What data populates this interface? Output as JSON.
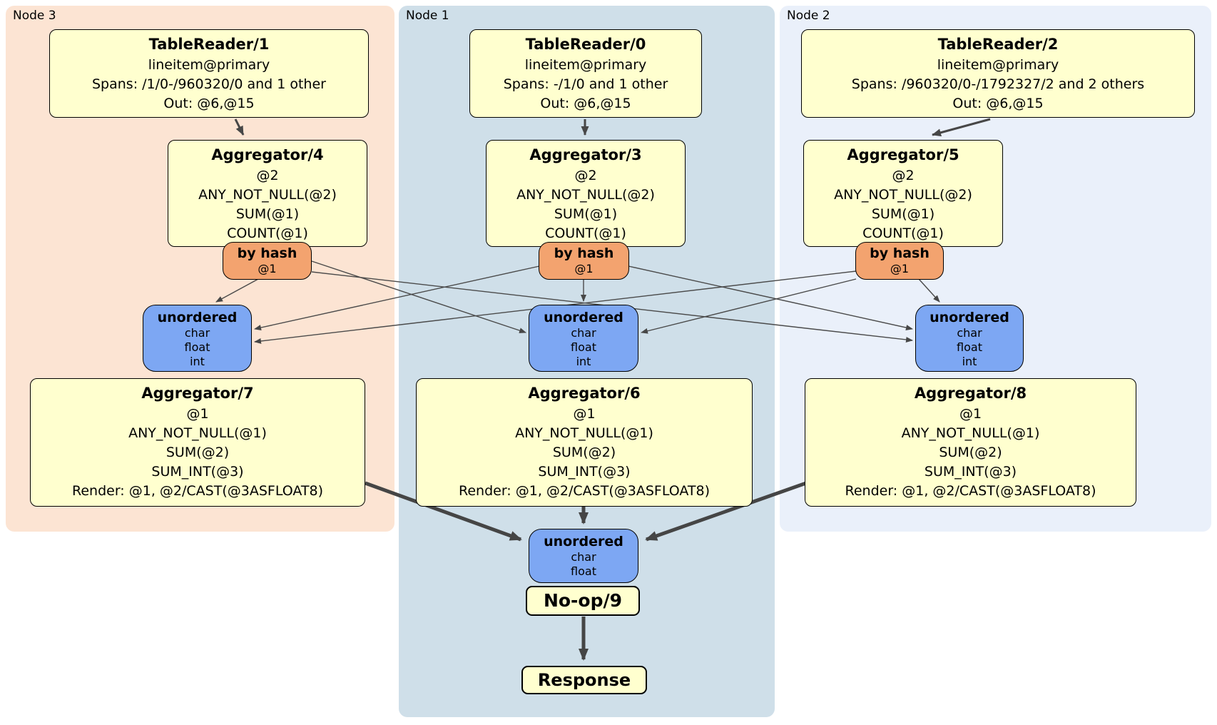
{
  "colors": {
    "node3_bg": "#fce4d3",
    "node1_bg": "#cfdfe9",
    "node2_bg": "#eaf0fa",
    "processor_fill": "#ffffcf",
    "router_fill": "#f3a36f",
    "sync_fill": "#7da7f3",
    "edge_color": "#444444"
  },
  "regions": {
    "node3": {
      "label": "Node 3"
    },
    "node1": {
      "label": "Node 1"
    },
    "node2": {
      "label": "Node 2"
    }
  },
  "processors": {
    "tr1": {
      "title": "TableReader/1",
      "lines": [
        "lineitem@primary",
        "Spans: /1/0-/960320/0 and 1 other",
        "Out: @6,@15"
      ]
    },
    "tr0": {
      "title": "TableReader/0",
      "lines": [
        "lineitem@primary",
        "Spans: -/1/0 and 1 other",
        "Out: @6,@15"
      ]
    },
    "tr2": {
      "title": "TableReader/2",
      "lines": [
        "lineitem@primary",
        "Spans: /960320/0-/1792327/2 and 2 others",
        "Out: @6,@15"
      ]
    },
    "agg4": {
      "title": "Aggregator/4",
      "lines": [
        "@2",
        "ANY_NOT_NULL(@2)",
        "SUM(@1)",
        "COUNT(@1)"
      ]
    },
    "agg3": {
      "title": "Aggregator/3",
      "lines": [
        "@2",
        "ANY_NOT_NULL(@2)",
        "SUM(@1)",
        "COUNT(@1)"
      ]
    },
    "agg5": {
      "title": "Aggregator/5",
      "lines": [
        "@2",
        "ANY_NOT_NULL(@2)",
        "SUM(@1)",
        "COUNT(@1)"
      ]
    },
    "agg7": {
      "title": "Aggregator/7",
      "lines": [
        "@1",
        "ANY_NOT_NULL(@1)",
        "SUM(@2)",
        "SUM_INT(@3)",
        "Render: @1, @2/CAST(@3ASFLOAT8)"
      ]
    },
    "agg6": {
      "title": "Aggregator/6",
      "lines": [
        "@1",
        "ANY_NOT_NULL(@1)",
        "SUM(@2)",
        "SUM_INT(@3)",
        "Render: @1, @2/CAST(@3ASFLOAT8)"
      ]
    },
    "agg8": {
      "title": "Aggregator/8",
      "lines": [
        "@1",
        "ANY_NOT_NULL(@1)",
        "SUM(@2)",
        "SUM_INT(@3)",
        "Render: @1, @2/CAST(@3ASFLOAT8)"
      ]
    },
    "noop": {
      "title": "No-op/9"
    },
    "response": {
      "title": "Response"
    }
  },
  "routers": {
    "r4": {
      "label": "by hash",
      "detail": "@1"
    },
    "r3": {
      "label": "by hash",
      "detail": "@1"
    },
    "r5": {
      "label": "by hash",
      "detail": "@1"
    }
  },
  "syncs": {
    "s7": {
      "label": "unordered",
      "items": [
        "char",
        "float",
        "int"
      ]
    },
    "s6": {
      "label": "unordered",
      "items": [
        "char",
        "float",
        "int"
      ]
    },
    "s8": {
      "label": "unordered",
      "items": [
        "char",
        "float",
        "int"
      ]
    },
    "s9": {
      "label": "unordered",
      "items": [
        "char",
        "float"
      ]
    }
  }
}
